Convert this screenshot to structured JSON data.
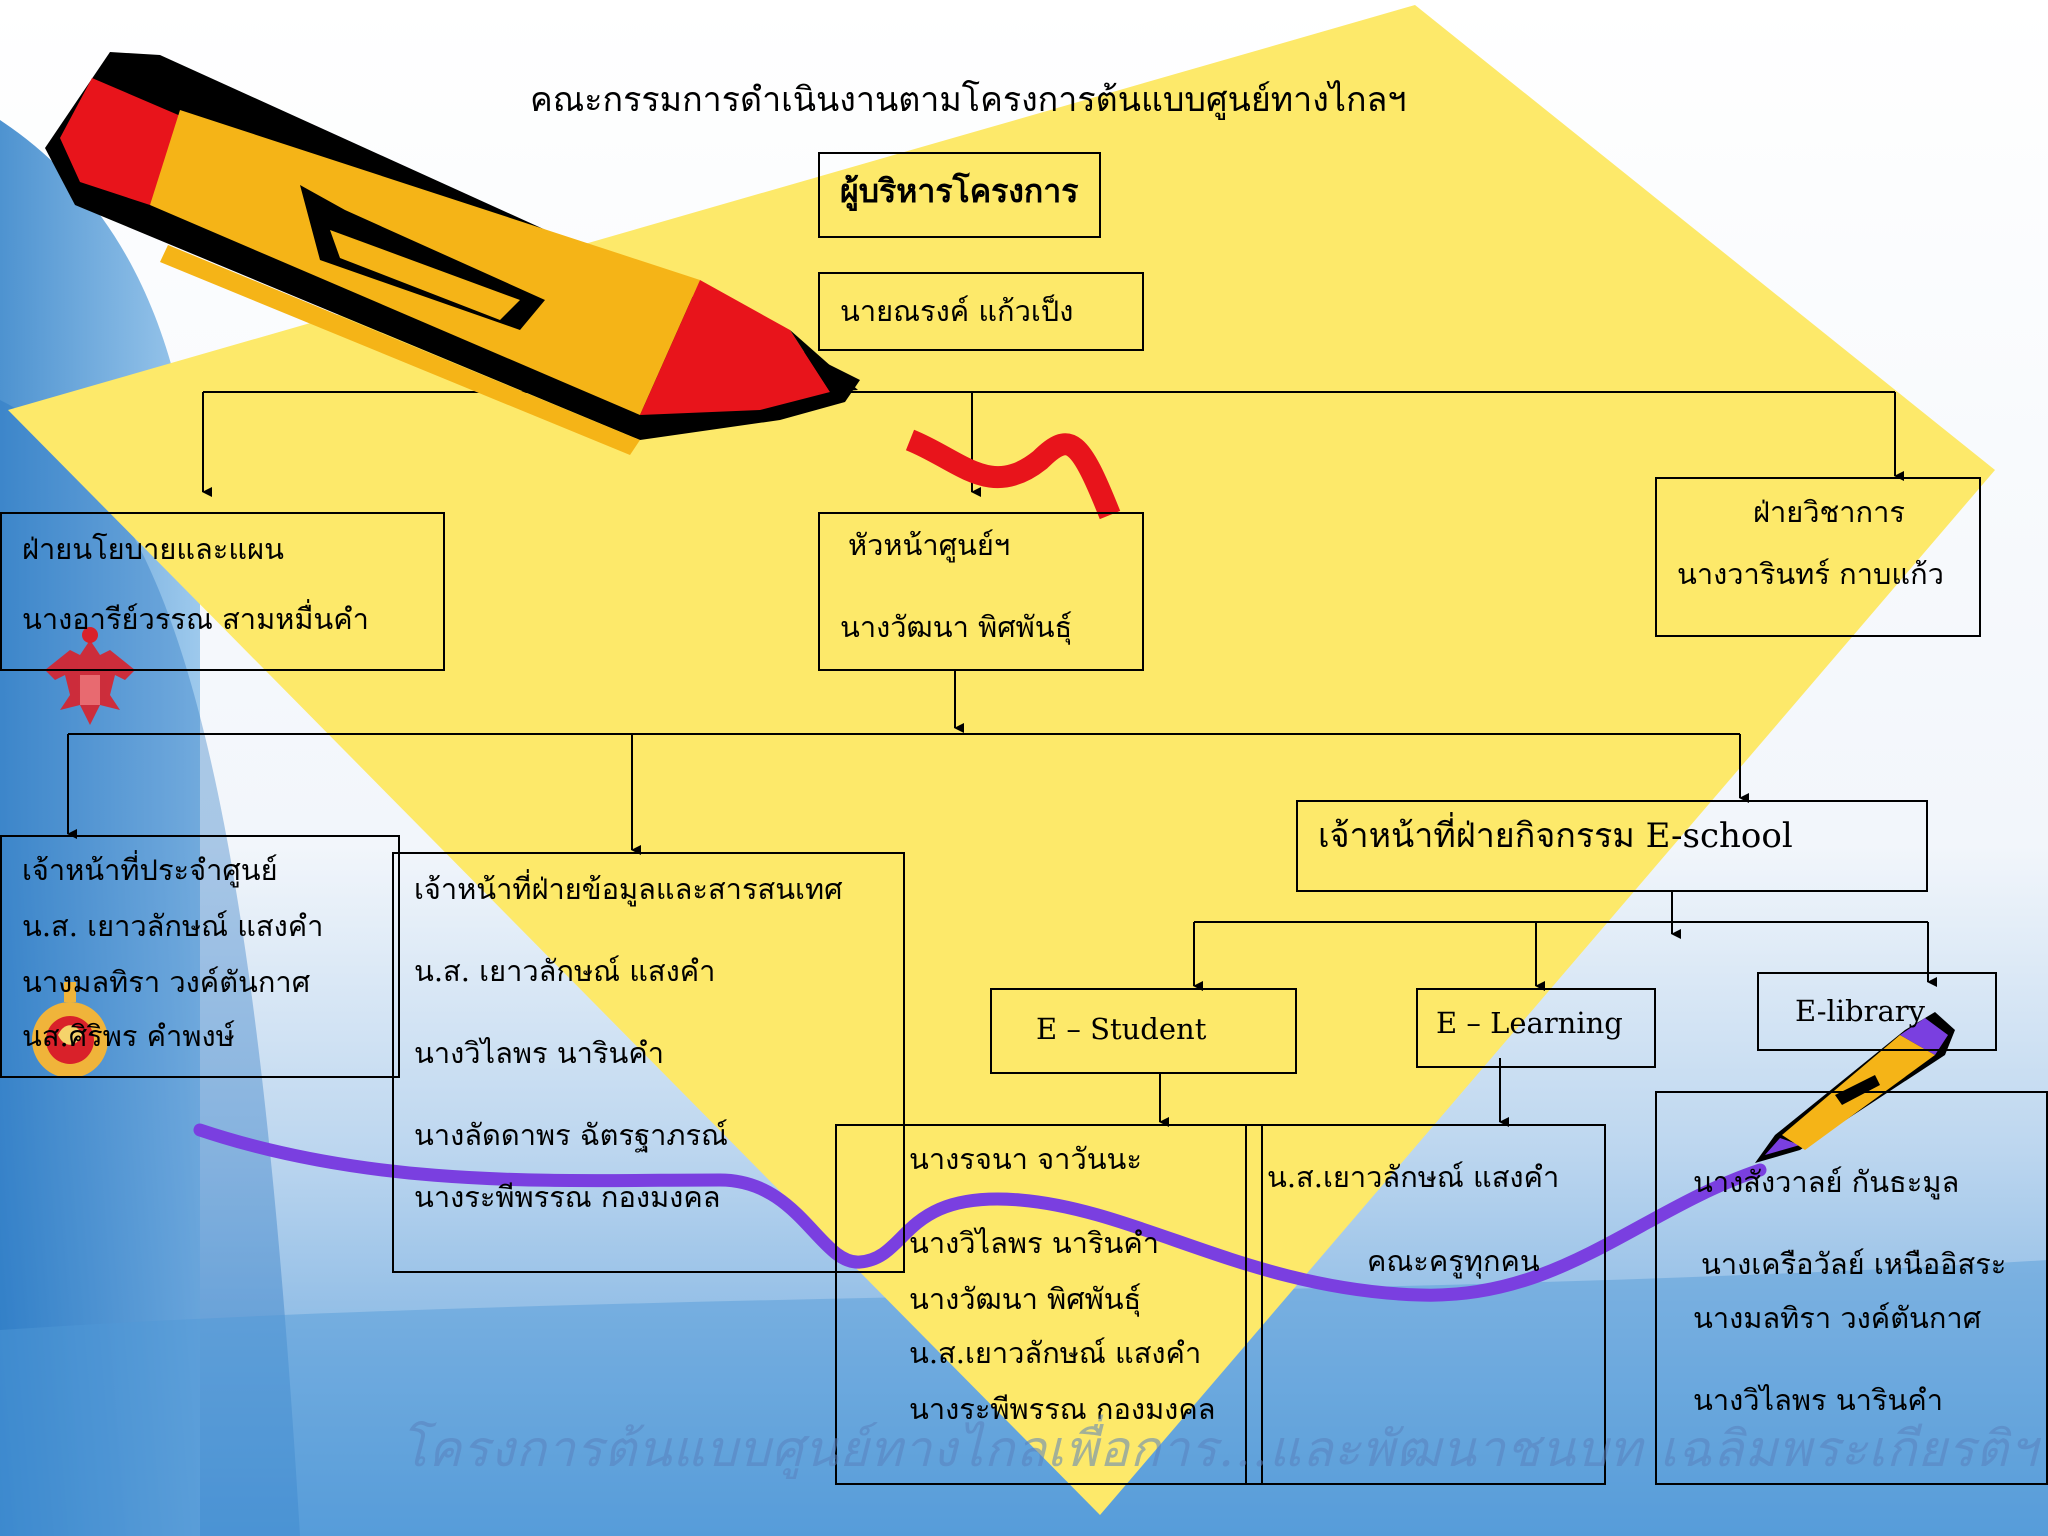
{
  "title": "คณะกรรมการดำเนินงานตามโครงการต้นแบบศูนย์ทางไกลฯ",
  "executive": {
    "heading": "ผู้บริหารโครงการ",
    "name": "นายณรงค์  แก้วเป็ง"
  },
  "policy": {
    "heading": "ฝ่ายนโยบายและแผน",
    "name": "นางอารีย์วรรณ    สามหมื่นคำ"
  },
  "center_head": {
    "heading": "หัวหน้าศูนย์ฯ",
    "name": "นางวัฒนา  พิศพันธุ์"
  },
  "academic": {
    "heading": "ฝ่ายวิชาการ",
    "name": "นางวารินทร์  กาบแก้ว"
  },
  "center_staff": {
    "heading": "เจ้าหน้าที่ประจำศูนย์",
    "members": [
      "น.ส. เยาวลักษณ์  แสงคำ",
      "นางมลทิรา    วงค์ตันกาศ",
      "นส.ศิริพร    คำพงษ์"
    ]
  },
  "info_staff": {
    "heading": "เจ้าหน้าที่ฝ่ายข้อมูลและสารสนเทศ",
    "members": [
      "น.ส. เยาวลักษณ์  แสงคำ",
      "นางวิไลพร  นารินคำ",
      "นางลัดดาพร ฉัตรฐาภรณ์",
      "นางระพีพรรณ กองมงคล"
    ]
  },
  "eschool": {
    "heading": "เจ้าหน้าที่ฝ่ายกิจกรรม  E-school"
  },
  "e_student": {
    "label": "E – Student",
    "members": [
      "นางรจนา  จาวันนะ",
      "นางวิไลพร  นารินคำ",
      "นางวัฒนา  พิศพันธุ์",
      "น.ส.เยาวลักษณ์  แสงคำ",
      "นางระพีพรรณ  กองมงคล"
    ]
  },
  "e_learning": {
    "label": "E – Learning",
    "members": [
      "น.ส.เยาวลักษณ์  แสงคำ",
      "คณะครูทุกคน"
    ]
  },
  "e_library": {
    "label": "E-library",
    "members": [
      "นางสังวาลย์  กันธะมูล",
      "นางเครือวัลย์  เหนืออิสระ",
      "นางมลทิรา  วงค์ตันกาศ",
      "นางวิไลพร  นารินคำ"
    ]
  },
  "footer_watermark": "โครงการต้นแบบศูนย์ทางไกลเพื่อการ...และพัฒนาชนบท เฉลิมพระเกียรติฯ",
  "colors": {
    "yellow_diamond": "#FDE96A",
    "squiggle_purple": "#7A3FE0",
    "squiggle_red": "#E8141B",
    "pencil_orange": "#F5B417",
    "bg_blue": "#4F9AD6"
  },
  "icons": [
    "pencil-icon",
    "small-pencil-icon",
    "garuda-emblem-icon",
    "royal-emblem-icon"
  ]
}
